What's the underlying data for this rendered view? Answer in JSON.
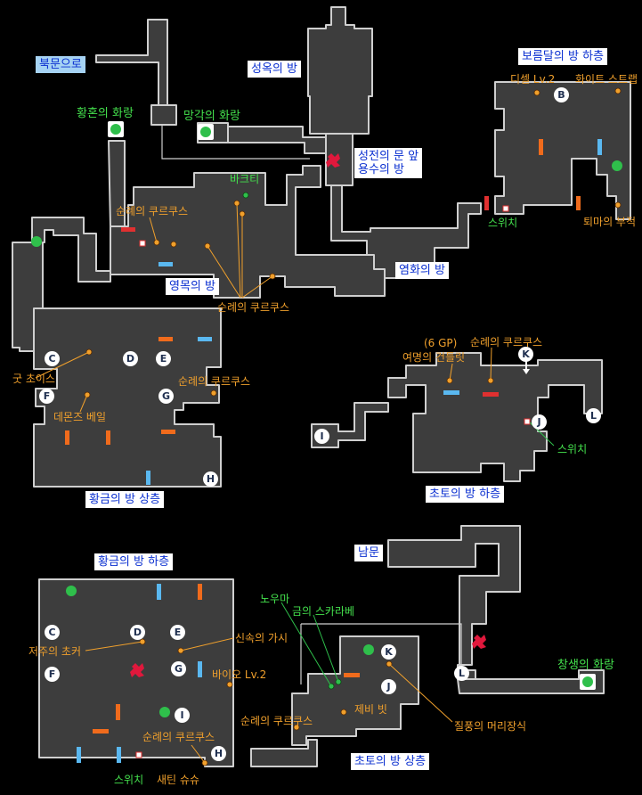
{
  "areas": {
    "north_gate": "북문으로",
    "prison_room": "성옥의 방",
    "dusk_corridor": "황혼의 화랑",
    "oblivion_corridor": "망각의 화랑",
    "sanctum_gate": "성전의 문 앞\n용수의 방",
    "crescent_lower": "보름달의 방 하층",
    "flame_room": "염화의 방",
    "spirit_wood": "영목의 방",
    "gold_upper": "황금의 방 상층",
    "grass_lower": "초토의 방 하층",
    "south_gate": "남문",
    "gold_lower": "황금의 방 하층",
    "creation_corridor": "창생의 화랑",
    "grass_upper": "초토의 방 상층"
  },
  "items": {
    "disel": "디셀 Lv.2",
    "white_strap": "화이트 스트랩",
    "kurkus_1": "순례의 쿠르쿠스",
    "kurkus_2": "순례의 쿠르쿠스",
    "kurkus_3": "순례의 쿠르쿠스",
    "kurkus_4": "순례의 쿠르쿠스",
    "kurkus_5": "순례의 쿠르쿠스",
    "degenerate_amulet": "퇴마의 부적",
    "good_choice": "굿 초이스",
    "demons_veil": "데몬즈 베일",
    "gp": "(6 GP)",
    "traveler_boots": "여명의 건틀릿",
    "cursed_choker": "저주의 초커",
    "swift_bracelet": "신속의 가시",
    "bio": "바이오 Lv.2",
    "winged_boots": "제비 빗",
    "gale_ornament": "질풍의 머리장식",
    "satin_sash": "새틴 슈슈"
  },
  "npcs": {
    "bakti": "바크티",
    "nouma": "노우마",
    "gold_scarab": "금의 스카라베"
  },
  "switches": {
    "sw1": "스위치",
    "sw2": "스위치",
    "sw3": "스위치"
  },
  "markers": [
    "B",
    "C",
    "D",
    "E",
    "F",
    "G",
    "H",
    "I",
    "J",
    "K",
    "L",
    "C",
    "D",
    "E",
    "F",
    "G",
    "H",
    "I",
    "J",
    "K",
    "L"
  ],
  "colors": {
    "floor": "#3d3d3d",
    "wall": "#c9c9c9",
    "door_orange": "#f06b1c",
    "door_blue": "#5ab8f0",
    "door_red": "#e03030",
    "save": "#2fbf4b",
    "boss": "#e0183c",
    "item_dot": "#f0a02c"
  }
}
